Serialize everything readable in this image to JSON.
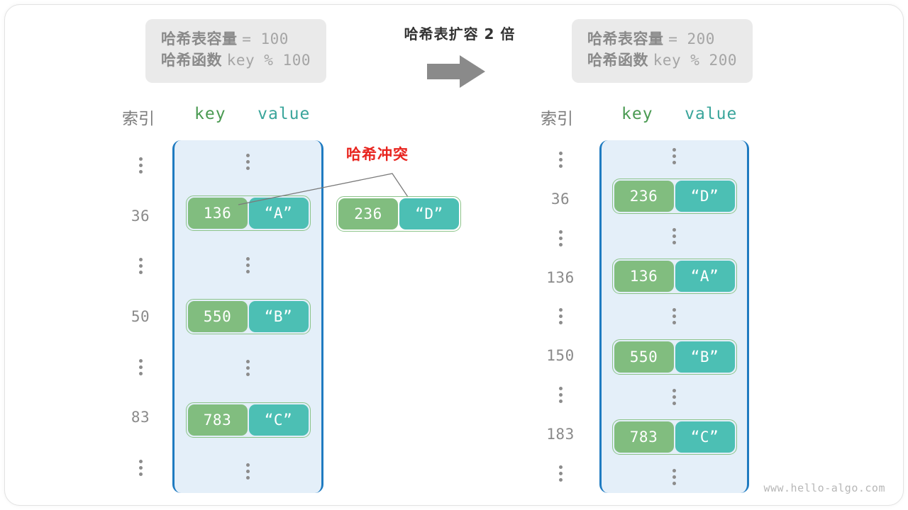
{
  "spec_left": {
    "capacity_label": "哈希表容量",
    "capacity_value": "= 100",
    "hashfn_label": "哈希函数",
    "hashfn_value": "key % 100"
  },
  "spec_right": {
    "capacity_label": "哈希表容量",
    "capacity_value": "= 200",
    "hashfn_label": "哈希函数",
    "hashfn_value": "key % 200"
  },
  "transform": {
    "label": "哈希表扩容 2 倍",
    "arrow_icon": "right-arrow-icon"
  },
  "headers": {
    "index": "索引",
    "key": "key",
    "value": "value"
  },
  "collision": {
    "label": "哈希冲突",
    "key": "236",
    "value": "“D”"
  },
  "left_table": {
    "rows": [
      {
        "index": "⋮",
        "type": "ellipsis"
      },
      {
        "index": "36",
        "type": "entry",
        "key": "136",
        "value": "“A”"
      },
      {
        "index": "⋮",
        "type": "ellipsis"
      },
      {
        "index": "50",
        "type": "entry",
        "key": "550",
        "value": "“B”"
      },
      {
        "index": "⋮",
        "type": "ellipsis"
      },
      {
        "index": "83",
        "type": "entry",
        "key": "783",
        "value": "“C”"
      },
      {
        "index": "⋮",
        "type": "ellipsis"
      }
    ]
  },
  "right_table": {
    "rows": [
      {
        "index": "⋮",
        "type": "ellipsis"
      },
      {
        "index": "36",
        "type": "entry",
        "key": "236",
        "value": "“D”"
      },
      {
        "index": "⋮",
        "type": "ellipsis"
      },
      {
        "index": "136",
        "type": "entry",
        "key": "136",
        "value": "“A”"
      },
      {
        "index": "⋮",
        "type": "ellipsis"
      },
      {
        "index": "150",
        "type": "entry",
        "key": "550",
        "value": "“B”"
      },
      {
        "index": "⋮",
        "type": "ellipsis"
      },
      {
        "index": "183",
        "type": "entry",
        "key": "783",
        "value": "“C”"
      },
      {
        "index": "⋮",
        "type": "ellipsis"
      }
    ]
  },
  "watermark": "www.hello-algo.com",
  "colors": {
    "key_cell": "#81bd7f",
    "value_cell": "#4cbfb4",
    "table_fill": "#e4eff9",
    "table_border": "#1f7bc1",
    "collision_red": "#e8251f",
    "spec_box_bg": "#eaeaea",
    "arrow_gray": "#8a8a8a"
  }
}
